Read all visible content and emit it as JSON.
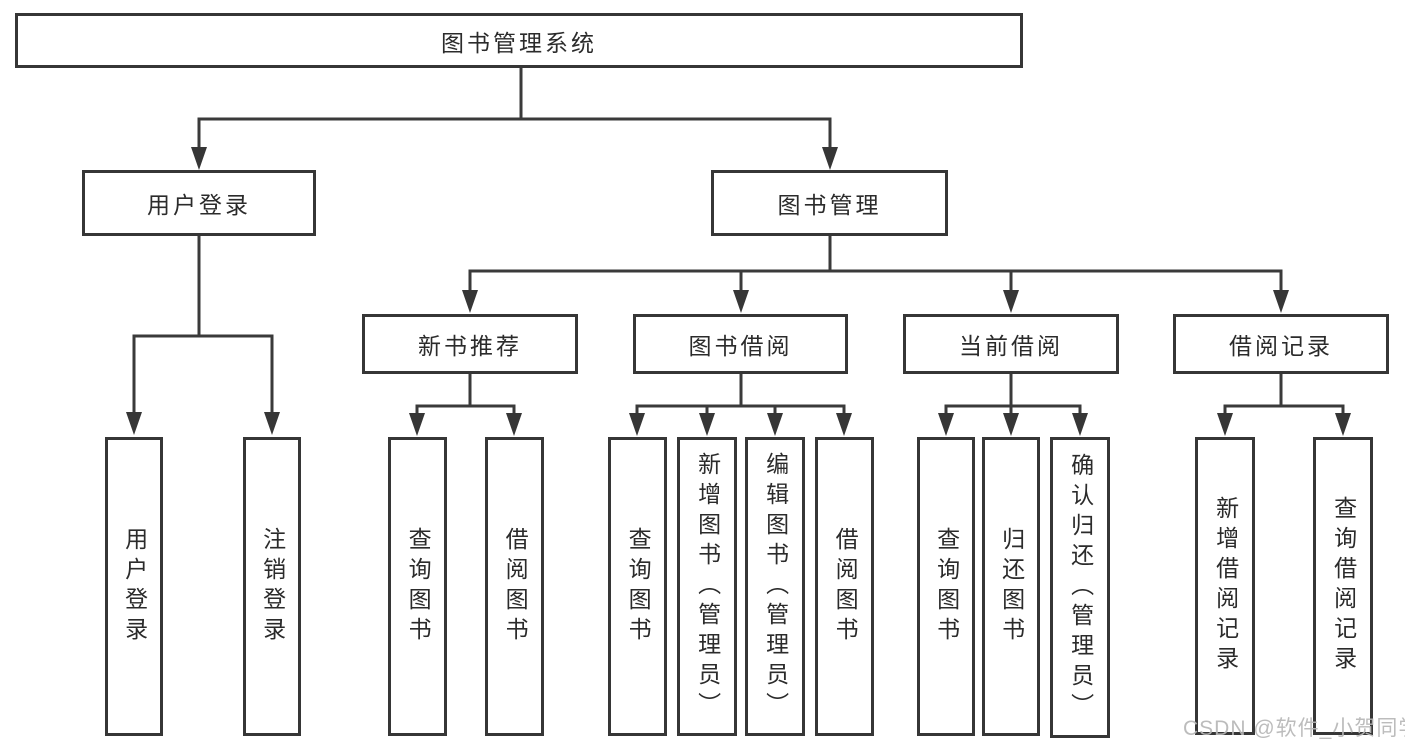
{
  "colors": {
    "background": "#ffffff",
    "line": "#3a3a3a",
    "box_border": "#363636",
    "text": "#2b2b2b",
    "watermark": "#b7b7b7"
  },
  "tree": {
    "root": {
      "label": "图书管理系统"
    },
    "level2": [
      {
        "label": "用户登录",
        "children": [
          {
            "label": "用户登录"
          },
          {
            "label": "注销登录"
          }
        ]
      },
      {
        "label": "图书管理",
        "children": [
          {
            "label": "新书推荐",
            "children": [
              {
                "label": "查询图书"
              },
              {
                "label": "借阅图书"
              }
            ]
          },
          {
            "label": "图书借阅",
            "children": [
              {
                "label": "查询图书"
              },
              {
                "label": "新增图书（管理员）"
              },
              {
                "label": "编辑图书（管理员）"
              },
              {
                "label": "借阅图书"
              }
            ]
          },
          {
            "label": "当前借阅",
            "children": [
              {
                "label": "查询图书"
              },
              {
                "label": "归还图书"
              },
              {
                "label": "确认归还（管理员）"
              }
            ]
          },
          {
            "label": "借阅记录",
            "children": [
              {
                "label": "新增借阅记录"
              },
              {
                "label": "查询借阅记录"
              }
            ]
          }
        ]
      }
    ]
  },
  "watermark": {
    "text": "CSDN @软件_小贺同学"
  }
}
